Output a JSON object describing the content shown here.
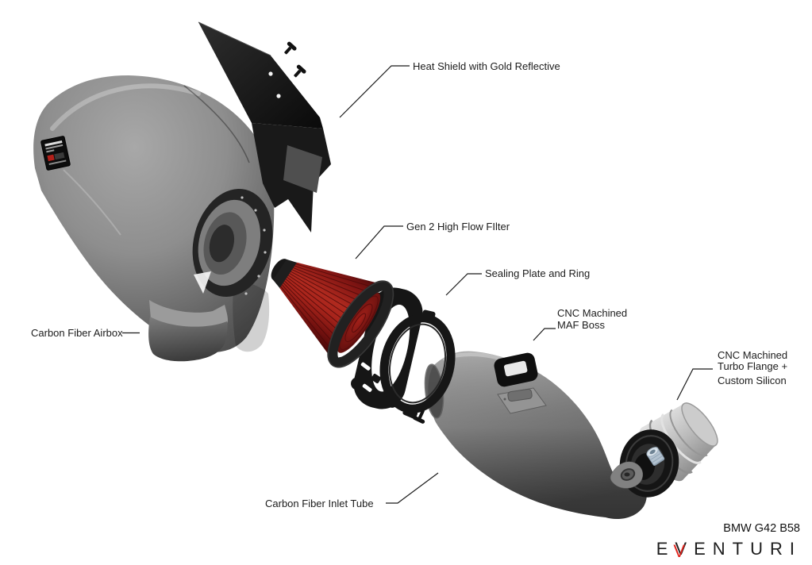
{
  "callouts": {
    "heat_shield": "Heat Shield with Gold Reflective",
    "filter": "Gen 2 High Flow FIlter",
    "sealing_plate": "Sealing Plate and Ring",
    "maf_boss": {
      "line1": "CNC Machined",
      "line2": "MAF Boss"
    },
    "airbox": "Carbon Fiber Airbox",
    "turbo_flange": {
      "line1": "CNC Machined",
      "line2": "Turbo Flange +",
      "line3": "Custom Silicon"
    },
    "inlet_tube": "Carbon Fiber Inlet Tube"
  },
  "footer": {
    "model": "BMW G42 B58"
  },
  "brand": {
    "pre": "E",
    "v": "V",
    "post": "ENTURI",
    "accent_color": "#e0231c"
  },
  "colors": {
    "background": "#ffffff",
    "text": "#1a1a1a",
    "filter_red": "#a3211a",
    "part_gray": "#8a8a8a",
    "dark_part": "#161616"
  }
}
